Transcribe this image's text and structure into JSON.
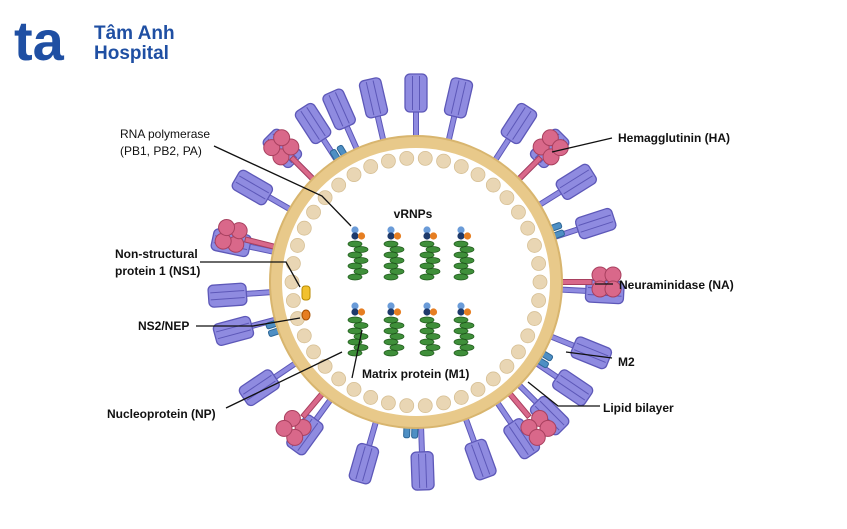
{
  "brand": {
    "logo_mark_text": "ta",
    "name_line1": "Tâm Anh",
    "name_line2": "Hospital",
    "color": "#1f4fa3"
  },
  "diagram": {
    "center_label": "vRNPs",
    "labels": {
      "rna_polymerase_1": "RNA polymerase",
      "rna_polymerase_2": "(PB1, PB2, PA)",
      "ns1_1": "Non-structural",
      "ns1_2": "protein 1 (NS1)",
      "ns2": "NS2/NEP",
      "np": "Nucleoprotein (NP)",
      "m1": "Matrix protein (M1)",
      "ha": "Hemagglutinin (HA)",
      "na": "Neuraminidase (NA)",
      "m2": "M2",
      "lipid": "Lipid bilayer"
    },
    "colors": {
      "envelope": "#e8c98a",
      "matrix_bead": "#e9d6b4",
      "interior": "#ffffff",
      "ha": "#8f8be0",
      "na": "#d9688a",
      "m2": "#4e8fc4",
      "rnp_green": "#3f8f3a",
      "ns1": "#f2c12e",
      "ns2": "#e67e22"
    }
  }
}
